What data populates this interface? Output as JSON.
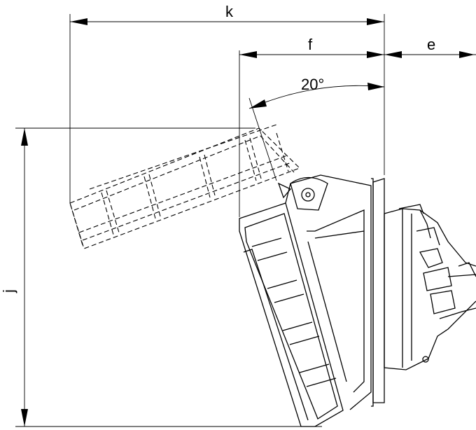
{
  "dimensions": {
    "k": "k",
    "f": "f",
    "e": "e",
    "j": "j",
    "angle": "20°"
  },
  "colors": {
    "line": "#000000",
    "background": "#ffffff"
  }
}
